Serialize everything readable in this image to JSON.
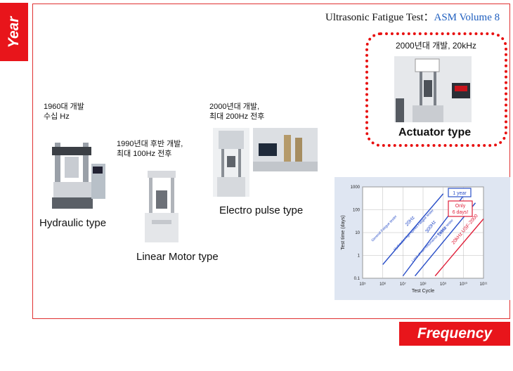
{
  "axes": {
    "year_label": "Year",
    "frequency_label": "Frequency"
  },
  "header": {
    "title": "Ultrasonic Fatigue Test：",
    "source": "ASM Volume 8"
  },
  "machines": {
    "hydraulic": {
      "note_line1": "1960대 개발",
      "note_line2": "수십 Hz",
      "label": "Hydraulic type"
    },
    "linear_motor": {
      "note_line1": "1990년대 후반 개발,",
      "note_line2": "최대 100Hz 전후",
      "label": "Linear Motor type"
    },
    "electro_pulse": {
      "note_line1": "2000년대 개발,",
      "note_line2": "최대 200Hz 전후",
      "label": "Electro pulse type"
    },
    "actuator": {
      "note": "2000년대 개발, 20kHz",
      "label": "Actuator type"
    }
  },
  "chart_data": {
    "type": "line",
    "ylabel": "Test time (days)",
    "xlabel": "Test Cycle",
    "x_ticks": [
      "10⁵",
      "10⁶",
      "10⁷",
      "10⁸",
      "10⁹",
      "10¹⁰",
      "10¹¹"
    ],
    "y_ticks": [
      "1000",
      "100",
      "10",
      "1",
      "0.1"
    ],
    "x_log_range": [
      5,
      11
    ],
    "y_log_range": [
      -1,
      3
    ],
    "series": [
      {
        "name": "20Hz",
        "color": "#2a4fc8",
        "points": [
          [
            6.0,
            -0.4
          ],
          [
            9.0,
            2.7
          ]
        ]
      },
      {
        "name": "300Hz",
        "color": "#2a4fc8",
        "points": [
          [
            7.0,
            -0.9
          ],
          [
            10.0,
            2.6
          ]
        ]
      },
      {
        "name": "1kHz",
        "color": "#2a4fc8",
        "points": [
          [
            7.6,
            -0.9
          ],
          [
            10.6,
            2.3
          ]
        ]
      },
      {
        "name": "20kHz USF-2000",
        "color": "#e0203a",
        "points": [
          [
            8.6,
            -0.9
          ],
          [
            11.0,
            1.6
          ]
        ]
      }
    ],
    "line_labels": [
      "General Fatigue tester",
      "Hydraulic High-speed Fatigue tester",
      "Limit of non-resonance Fatigue tester",
      "20Hz",
      "300Hz",
      "1kHz",
      "20kHz USF-2000"
    ],
    "annotations": {
      "year_box": "1 year",
      "only_line1": "Only",
      "only_line2": "6 days!"
    }
  }
}
